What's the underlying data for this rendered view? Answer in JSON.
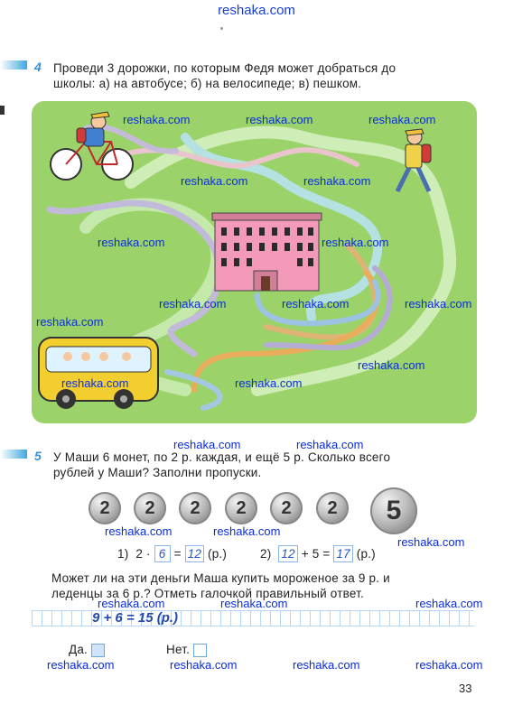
{
  "site": "reshaka.com",
  "task4": {
    "number": "4",
    "text_line1": "Проведи 3 дорожки, по которым Федя может добраться до",
    "text_line2": "школы: а) на автобусе; б) на велосипеде; в) пешком."
  },
  "task5": {
    "number": "5",
    "text_line1": "У Маши 6 монет, по 2 р. каждая, и ещё 5 р. Сколько всего",
    "text_line2": "рублей у Маши? Заполни пропуски.",
    "coins": [
      "2",
      "2",
      "2",
      "2",
      "2",
      "2",
      "5"
    ],
    "eq1": {
      "label": "1)",
      "a": "2",
      "op": "·",
      "b": "6",
      "eq": "=",
      "res": "12",
      "unit": "(р.)"
    },
    "eq2": {
      "label": "2)",
      "a": "12",
      "op": "+ 5 =",
      "res": "17",
      "unit": "(р.)"
    },
    "question_line1": "Может ли на эти деньги Маша купить мороженое за 9 р. и",
    "question_line2": "леденцы за 6 р.? Отметь галочкой правильный ответ.",
    "handwritten": "9 + 6 = 15 (р.)",
    "yes_label": "Да.",
    "no_label": "Нет."
  },
  "page_number": "33",
  "colors": {
    "accent": "#3a8fd4",
    "watermark": "#0a2ce0",
    "map_green": "#9bd36a"
  }
}
